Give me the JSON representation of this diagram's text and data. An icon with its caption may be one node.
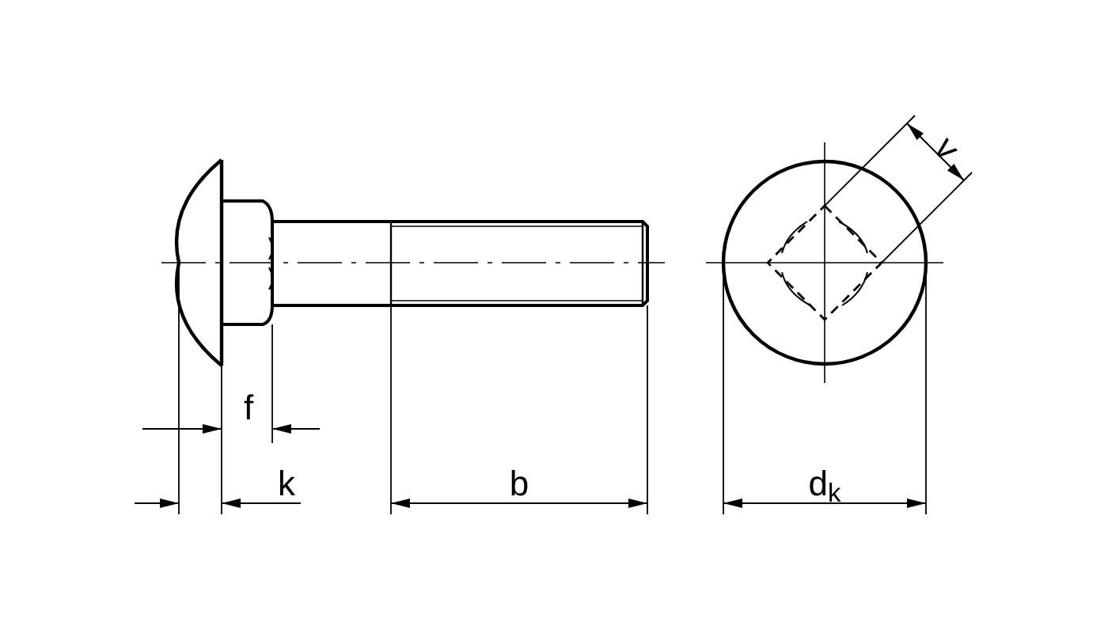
{
  "diagram": {
    "labels": [
      "f",
      "k",
      "b",
      "d$_{k}$",
      "v"
    ]
  }
}
